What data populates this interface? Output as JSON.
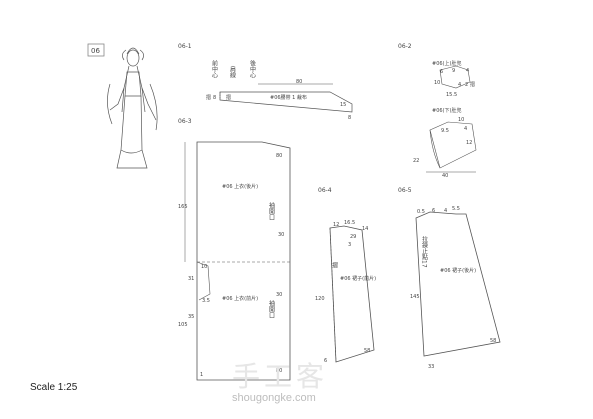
{
  "figure_tag": "06",
  "scale": "Scale 1:25",
  "watermark": {
    "main": "手工客",
    "url": "shougongke.com"
  },
  "panels": {
    "p1": {
      "id": "06-1",
      "marks": [
        "前中心",
        "肩線",
        "後中心"
      ],
      "piece_label": "#06腰帶 1 裁布",
      "fold": "摺",
      "nums": [
        "80",
        "8",
        "15",
        "8"
      ]
    },
    "p2": {
      "id": "06-2",
      "top_label": "#06(上)肚兜",
      "bottom_label": "#06(下)肚兜",
      "top_nums": [
        "6",
        "9",
        "4",
        "10",
        "4",
        "2",
        "15.5"
      ],
      "top_fold": "摺",
      "bottom_nums": [
        "10",
        "9.5",
        "4",
        "12",
        "22",
        "40"
      ]
    },
    "p3": {
      "id": "06-3",
      "back_label": "#06 上衣(後片)",
      "front_label": "#06 上衣(前片)",
      "cuff_label": "袖開口",
      "nums": [
        "165",
        "80",
        "30",
        "10",
        "31",
        "35",
        "3.5",
        "105",
        "30",
        "1",
        "80"
      ]
    },
    "p4": {
      "id": "06-4",
      "piece_label": "#06 裙子(前片)",
      "fold": "摺",
      "nums": [
        "12",
        "16.5",
        "14",
        "29",
        "3",
        "120",
        "6",
        "58"
      ]
    },
    "p5": {
      "id": "06-5",
      "piece_label": "#06 裙子(後片)",
      "note": "拉鍊止點17",
      "nums": [
        "0.5",
        "6",
        "4",
        "5.5",
        "145",
        "58",
        "33"
      ]
    }
  }
}
